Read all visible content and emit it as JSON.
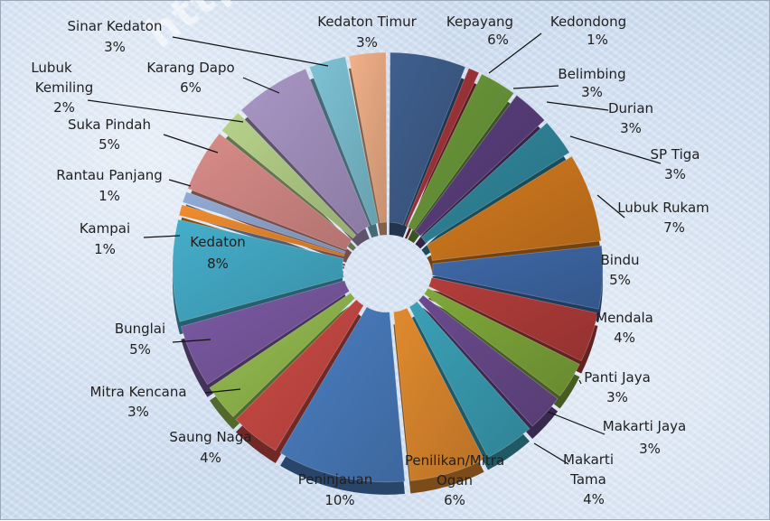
{
  "chart_data": {
    "type": "pie",
    "title": "",
    "start_angle_deg": 90,
    "direction": "clockwise",
    "slices": [
      {
        "name": "Kepayang",
        "label": "6%",
        "value": 6,
        "color": "#3f5f8e"
      },
      {
        "name": "Kedondong",
        "label": "1%",
        "value": 1,
        "color": "#a5363a"
      },
      {
        "name": "Belimbing",
        "label": "3%",
        "value": 3,
        "color": "#6c9a3a"
      },
      {
        "name": "Durian",
        "label": "3%",
        "value": 3,
        "color": "#5b3f7e"
      },
      {
        "name": "SP Tiga",
        "label": "3%",
        "value": 3,
        "color": "#31889e"
      },
      {
        "name": "Lubuk Rukam",
        "label": "7%",
        "value": 7,
        "color": "#d37a1e"
      },
      {
        "name": "Bindu",
        "label": "5%",
        "value": 5,
        "color": "#3f69a8"
      },
      {
        "name": "Mendala",
        "label": "4%",
        "value": 4,
        "color": "#b33d3a"
      },
      {
        "name": "Panti Jaya",
        "label": "3%",
        "value": 3,
        "color": "#7fa83a"
      },
      {
        "name": "Makarti Jaya",
        "label": "3%",
        "value": 3,
        "color": "#6a4a8e"
      },
      {
        "name": "Makarti Tama",
        "label": "4%",
        "value": 4,
        "color": "#3aa0b6"
      },
      {
        "name": "Penilikan/Mitra Ogan",
        "label": "6%",
        "value": 6,
        "color": "#e08a2e"
      },
      {
        "name": "Peninjauan",
        "label": "10%",
        "value": 10,
        "color": "#4a7ec0"
      },
      {
        "name": "Saung Naga",
        "label": "4%",
        "value": 4,
        "color": "#cc4b45"
      },
      {
        "name": "Mitra Kencana",
        "label": "3%",
        "value": 3,
        "color": "#96bd50"
      },
      {
        "name": "Bunglai",
        "label": "5%",
        "value": 5,
        "color": "#7c5aa4"
      },
      {
        "name": "Kedaton",
        "label": "8%",
        "value": 8,
        "color": "#45aecb"
      },
      {
        "name": "Kampai",
        "label": "1%",
        "value": 1,
        "color": "#f08d2e"
      },
      {
        "name": "Rantau Panjang",
        "label": "1%",
        "value": 1,
        "color": "#92acd6"
      },
      {
        "name": "Suka Pindah",
        "label": "5%",
        "value": 5,
        "color": "#d98c89"
      },
      {
        "name": "Lubuk Kemiling",
        "label": "2%",
        "value": 2,
        "color": "#b7d38a"
      },
      {
        "name": "Karang Dapo",
        "label": "6%",
        "value": 6,
        "color": "#a996c6"
      },
      {
        "name": "Sinar Kedaton",
        "label": "3%",
        "value": 3,
        "color": "#7dc3d6"
      },
      {
        "name": "Kedaton Timur",
        "label": "3%",
        "value": 3,
        "color": "#f2b189"
      }
    ]
  },
  "watermark": "http://"
}
